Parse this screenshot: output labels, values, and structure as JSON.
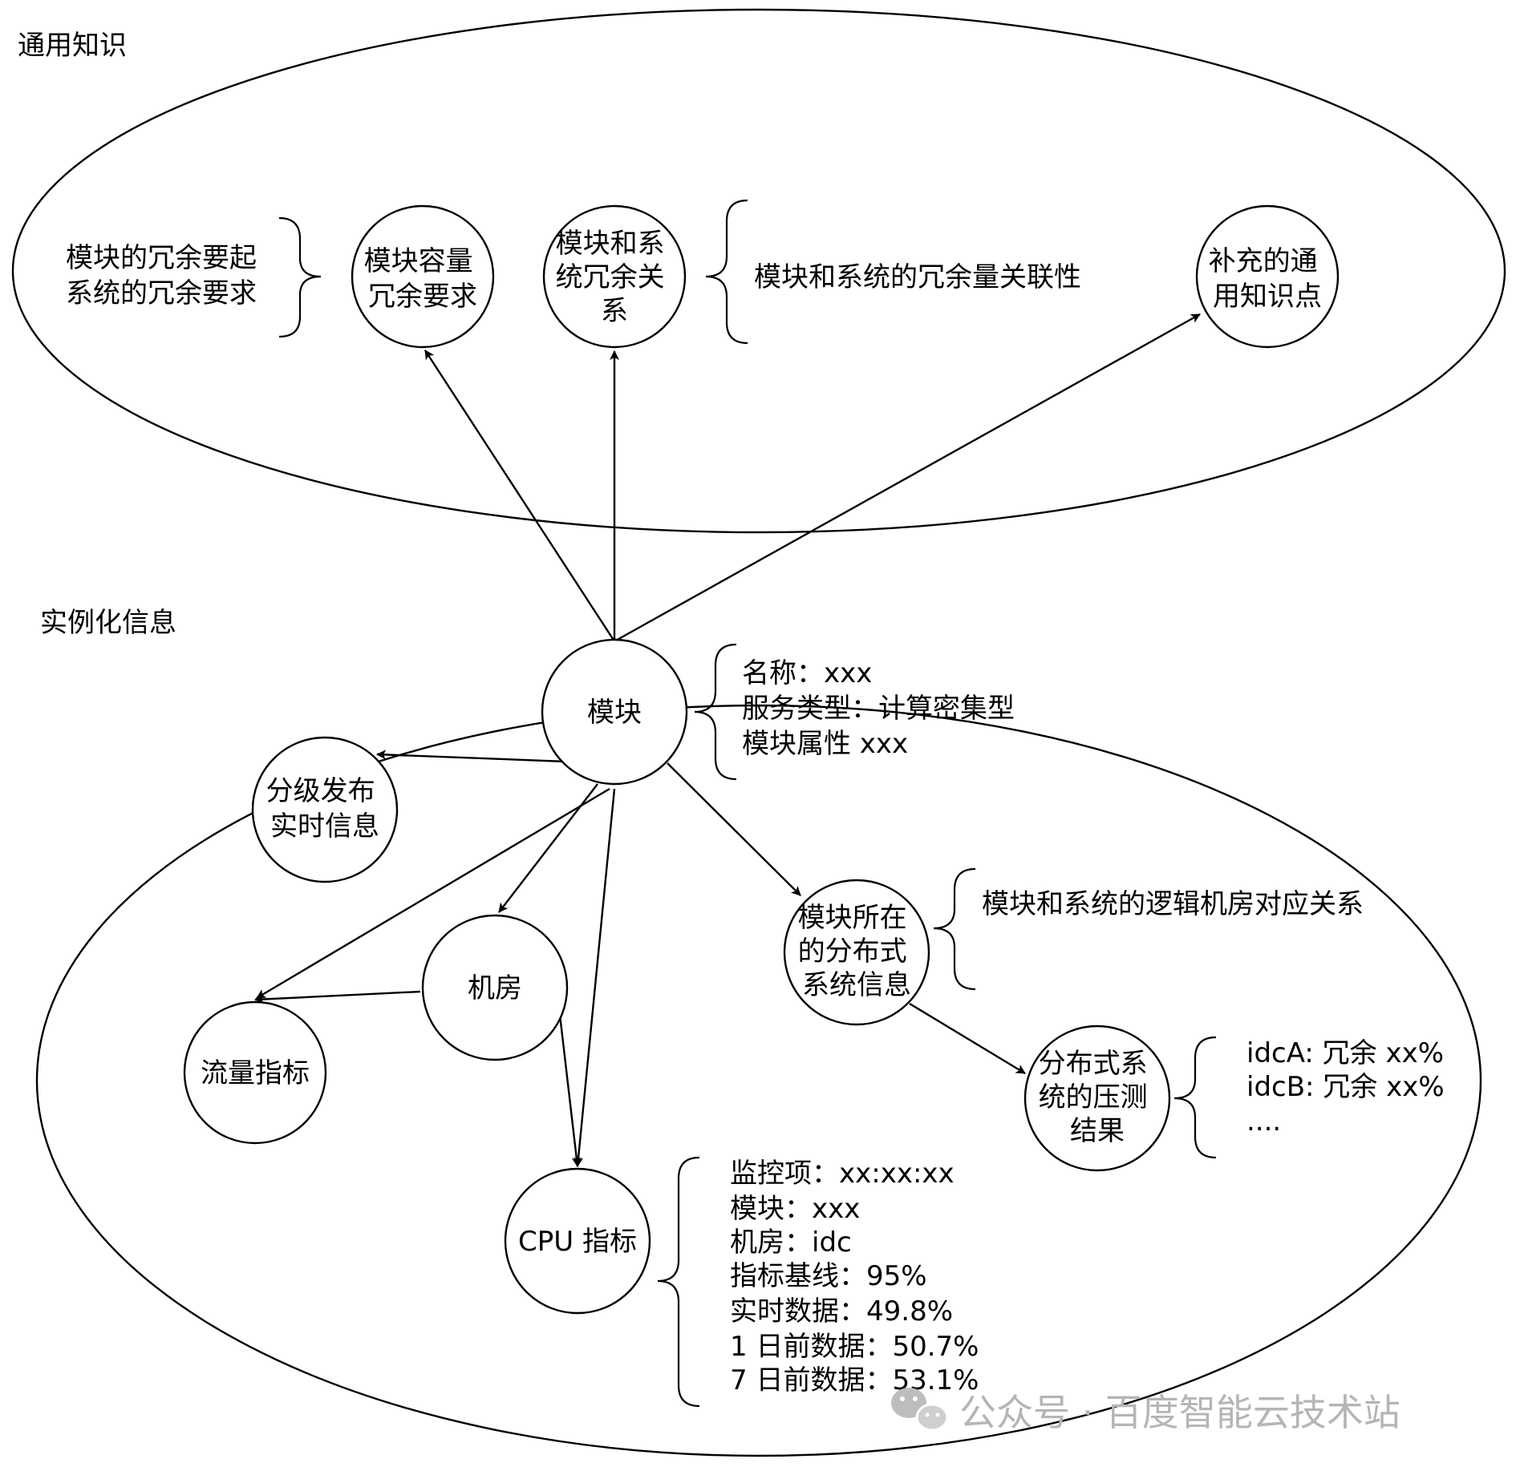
{
  "regions": {
    "general": {
      "label": "通用知识"
    },
    "instance": {
      "label": "实例化信息"
    }
  },
  "nodes": {
    "capacity": [
      "模块容量",
      "冗余要求"
    ],
    "module_system": [
      "模块和系",
      "统冗余关",
      "系"
    ],
    "supplement": [
      "补充的通",
      "用知识点"
    ],
    "module": [
      "模块"
    ],
    "release": [
      "分级发布",
      "实时信息"
    ],
    "idc": [
      "机房"
    ],
    "traffic": [
      "流量指标"
    ],
    "cpu": [
      "CPU 指标"
    ],
    "distributed": [
      "模块所在",
      "的分布式",
      "系统信息"
    ],
    "pressure": [
      "分布式系",
      "统的压测",
      "结果"
    ]
  },
  "annotations": {
    "capacity_note": [
      "模块的冗余要起",
      "系统的冗余要求"
    ],
    "module_system_note": [
      "模块和系统的冗余量关联性"
    ],
    "module_note": [
      "名称：xxx",
      "服务类型：计算密集型",
      "模块属性 xxx"
    ],
    "distributed_note": [
      "模块和系统的逻辑机房对应关系"
    ],
    "pressure_note": [
      "idcA:  冗余 xx%",
      "idcB: 冗余 xx%",
      "...."
    ],
    "cpu_note": [
      "监控项：xx:xx:xx",
      "模块：xxx",
      "机房：idc",
      "指标基线：95%",
      "实时数据：49.8%",
      "1 日前数据：50.7%",
      "7 日前数据：53.1%"
    ]
  },
  "watermark": {
    "icon": "wechat-icon",
    "text": "公众号 · 百度智能云技术站"
  }
}
